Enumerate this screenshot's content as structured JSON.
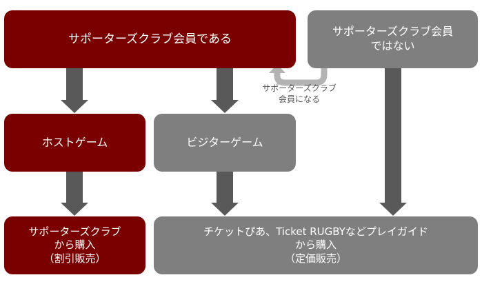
{
  "colors": {
    "member_fill": "#7a0000",
    "non_member_fill": "#7f7f7f",
    "arrow": "#595959",
    "curve_arrow": "#b3b3b3"
  },
  "nodes": {
    "member": "サポーターズクラブ会員である",
    "non_member": "サポーターズクラブ会員\nではない",
    "home_game": "ホストゲーム",
    "visitor_game": "ビジターゲーム",
    "buy_from_club": "サポーターズクラブ\nから購入\n（割引販売）",
    "buy_from_playguide": "チケットぴあ、Ticket RUGBYなどプレイガイド\nから購入\n（定価販売）"
  },
  "edges": {
    "join_label": "サポーターズクラブ\n会員になる"
  }
}
